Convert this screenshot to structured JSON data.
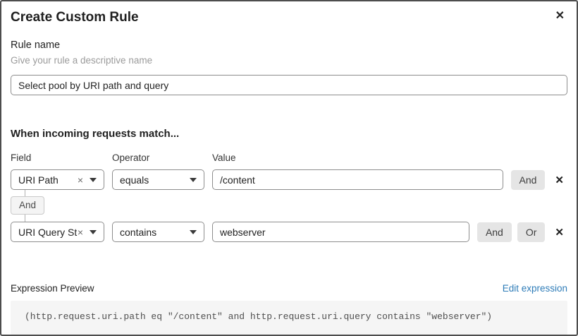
{
  "dialog": {
    "title": "Create Custom Rule"
  },
  "icons": {
    "close": "✕",
    "clear": "×",
    "remove": "✕"
  },
  "rule_name": {
    "label": "Rule name",
    "hint": "Give your rule a descriptive name",
    "value": "Select pool by URI path and query"
  },
  "matcher": {
    "heading": "When incoming requests match...",
    "columns": {
      "field": "Field",
      "operator": "Operator",
      "value": "Value"
    },
    "connector_label": "And",
    "and_label": "And",
    "or_label": "Or",
    "rows": [
      {
        "field": "URI Path",
        "operator": "equals",
        "value": "/content"
      },
      {
        "field": "URI Query St...",
        "operator": "contains",
        "value": "webserver"
      }
    ]
  },
  "expression": {
    "label": "Expression Preview",
    "edit_link": "Edit expression",
    "code": "(http.request.uri.path eq \"/content\" and http.request.uri.query contains \"webserver\")"
  },
  "colors": {
    "link_blue": "#2e7cb8",
    "input_border": "#8d8d8d",
    "button_gray": "#e5e5e5",
    "code_background": "#f5f5f5",
    "dialog_border": "#4d4d4d"
  }
}
